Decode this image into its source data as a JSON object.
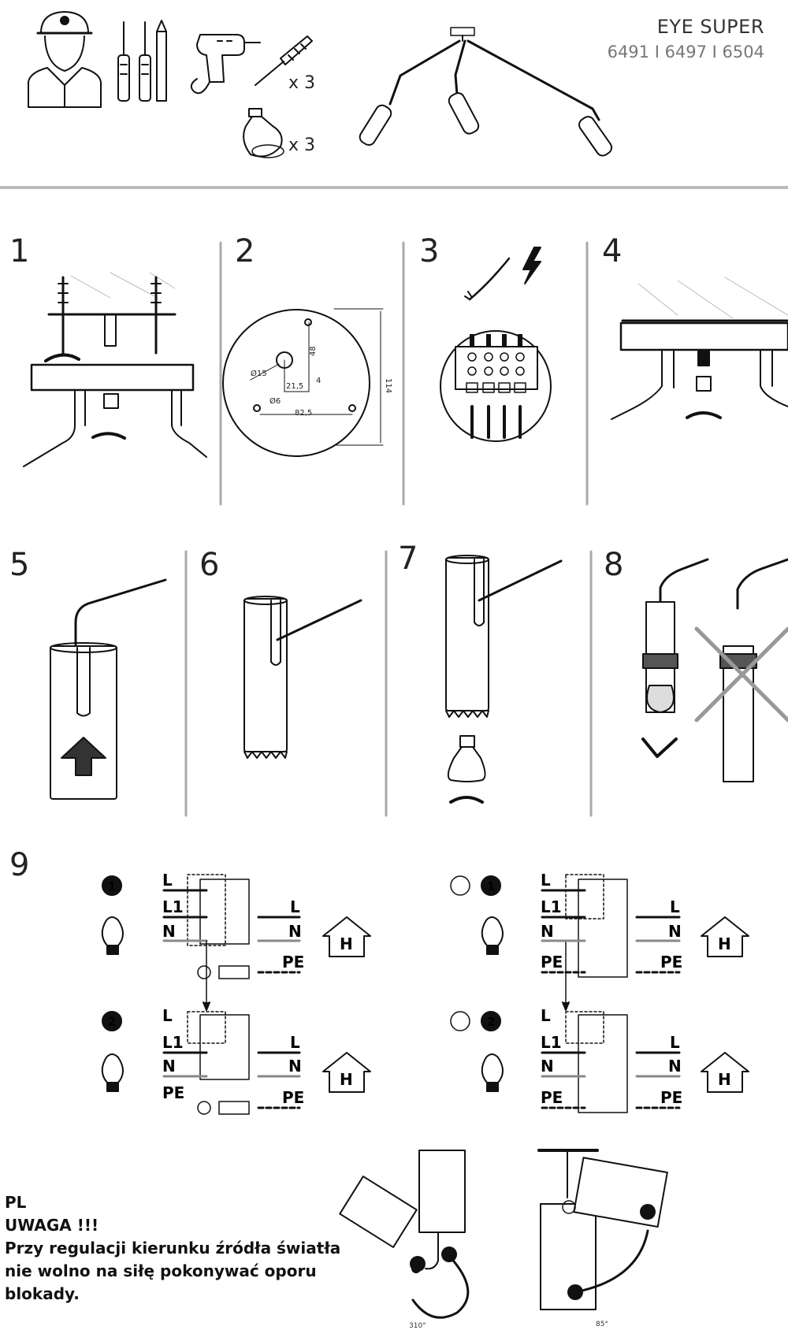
{
  "header": {
    "title": "EYE SUPER",
    "codes": "6491 I 6497 I 6504",
    "screw_qty": "x 3",
    "bulb_qty": "x 3"
  },
  "steps": [
    "1",
    "2",
    "3",
    "4",
    "5",
    "6",
    "7",
    "8",
    "9"
  ],
  "step2_dims": {
    "hole_dia": "Ø15",
    "small_hole_dia": "Ø6",
    "h1": "48",
    "w1": "21,5",
    "w2": "82,5",
    "total": "114",
    "small_mark": "4"
  },
  "terminal_labels": {
    "l": "L",
    "l1": "L1",
    "n": "N",
    "pe": "PE"
  },
  "circuit_numbers": [
    "1",
    "2"
  ],
  "house_letter": "H",
  "note": {
    "lang": "PL",
    "warning": "UWAGA !!!",
    "line1": "Przy regulacji kierunku źródła światła",
    "line2": "nie wolno na siłę pokonywać oporu",
    "line3": "blokady."
  },
  "angles": {
    "a1": "310°",
    "a2": "85°"
  },
  "icons": [
    "installer-icon",
    "screwdriver-icon",
    "pencil-icon",
    "drill-icon",
    "wall-plug-icon",
    "bulb-gu10-icon",
    "rotate-icon",
    "lightning-icon",
    "checkmark-icon",
    "cross-icon",
    "house-icon",
    "earth-icon",
    "bulb-icon"
  ]
}
